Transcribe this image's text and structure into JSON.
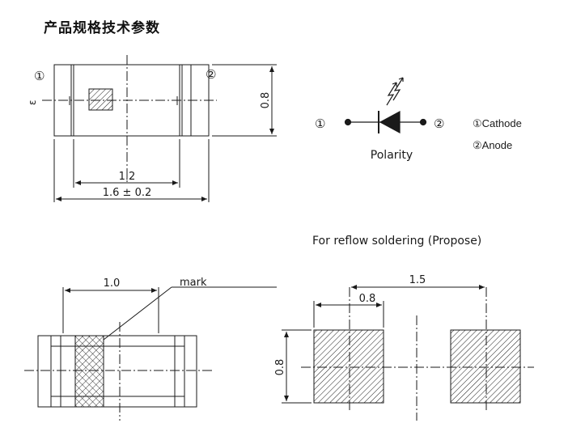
{
  "title": "产品规格技术参数",
  "top_view": {
    "pin1_label": "①",
    "pin2_label": "②",
    "side_mark": "ε",
    "height_dim": "0.8",
    "inner_width_dim": "1.2",
    "outer_width_dim": "1.6 ± 0.2"
  },
  "polarity": {
    "pin1": "①",
    "pin2": "②",
    "caption": "Polarity",
    "legend": [
      "①Cathode",
      "②Anode"
    ]
  },
  "bottom_view": {
    "width_dim": "1.0",
    "mark_label": "mark"
  },
  "reflow": {
    "caption": "For reflow soldering (Propose)",
    "pitch_dim": "1.5",
    "pad_width_dim": "0.8",
    "pad_height_dim": "0.8"
  },
  "colors": {
    "line": "#1a1a1a",
    "background": "#ffffff"
  }
}
